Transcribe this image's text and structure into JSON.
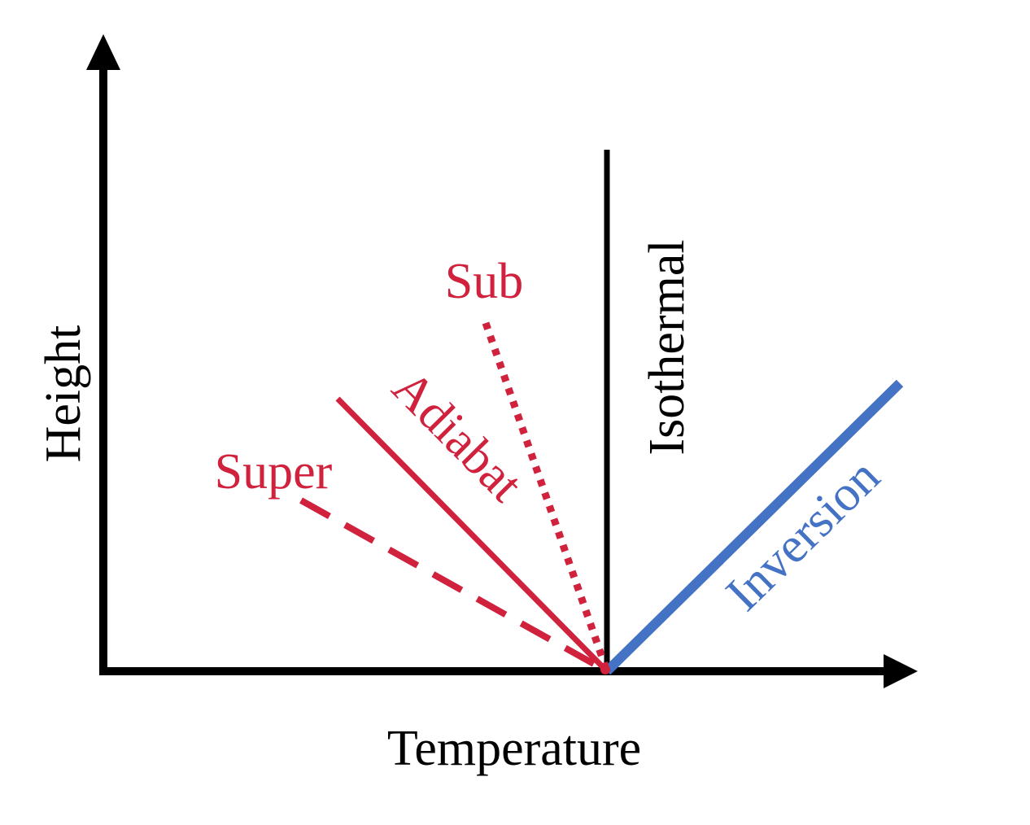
{
  "axes": {
    "x_label": "Temperature",
    "y_label": "Height"
  },
  "lines": {
    "super": {
      "label": "Super",
      "style": "dashed",
      "color": "#d0213d"
    },
    "adiabat": {
      "label": "Adiabat",
      "style": "solid",
      "color": "#d0213d"
    },
    "sub": {
      "label": "Sub",
      "style": "dotted",
      "color": "#d0213d"
    },
    "isothermal": {
      "label": "Isothermal",
      "style": "solid",
      "color": "#000000"
    },
    "inversion": {
      "label": "Inversion",
      "style": "solid",
      "color": "#4472c4"
    }
  },
  "colors": {
    "axis": "#000000",
    "red": "#d0213d",
    "blue": "#4472c4"
  }
}
